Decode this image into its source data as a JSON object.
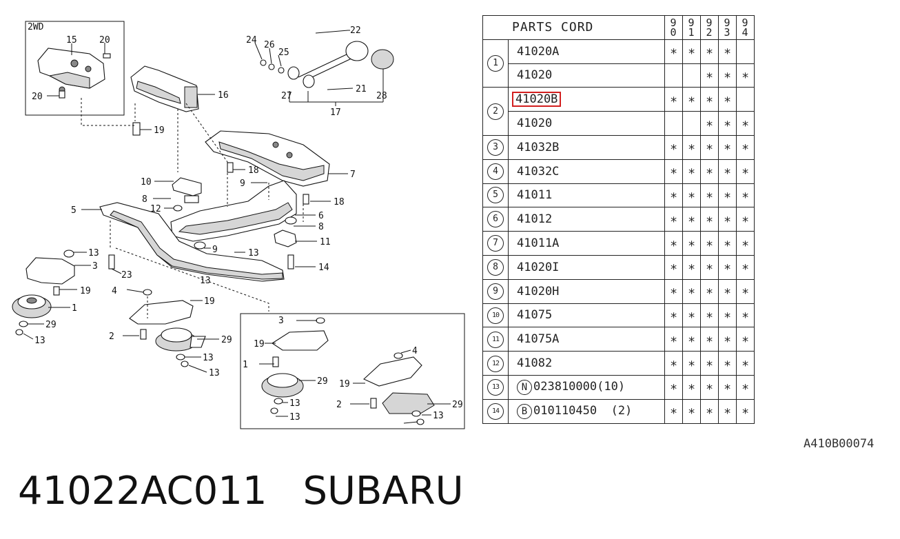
{
  "diagram": {
    "inset_label": "2WD",
    "callouts": [
      "15",
      "20",
      "20",
      "19",
      "16",
      "24",
      "26",
      "25",
      "22",
      "21",
      "27",
      "28",
      "17",
      "18",
      "7",
      "9",
      "10",
      "8",
      "12",
      "5",
      "18",
      "6",
      "8",
      "11",
      "9",
      "13",
      "14",
      "13",
      "3",
      "23",
      "19",
      "13",
      "1",
      "29",
      "13",
      "4",
      "19",
      "2",
      "29",
      "13",
      "13",
      "3",
      "19",
      "1",
      "29",
      "13",
      "13",
      "4",
      "19",
      "2",
      "29",
      "13"
    ]
  },
  "table": {
    "header_label": "PARTS CORD",
    "years": [
      [
        "9",
        "0"
      ],
      [
        "9",
        "1"
      ],
      [
        "9",
        "2"
      ],
      [
        "9",
        "3"
      ],
      [
        "9",
        "4"
      ]
    ],
    "mark": "∗",
    "rows": [
      {
        "idx": "1",
        "code": "41020A",
        "prefix": "",
        "marks": [
          1,
          1,
          1,
          1,
          0
        ],
        "highlight": false,
        "span": 2
      },
      {
        "idx": "",
        "code": "41020",
        "prefix": "",
        "marks": [
          0,
          0,
          1,
          1,
          1
        ],
        "highlight": false,
        "span": 0
      },
      {
        "idx": "2",
        "code": "41020B",
        "prefix": "",
        "marks": [
          1,
          1,
          1,
          1,
          0
        ],
        "highlight": true,
        "span": 2
      },
      {
        "idx": "",
        "code": "41020",
        "prefix": "",
        "marks": [
          0,
          0,
          1,
          1,
          1
        ],
        "highlight": false,
        "span": 0
      },
      {
        "idx": "3",
        "code": "41032B",
        "prefix": "",
        "marks": [
          1,
          1,
          1,
          1,
          1
        ],
        "highlight": false,
        "span": 1
      },
      {
        "idx": "4",
        "code": "41032C",
        "prefix": "",
        "marks": [
          1,
          1,
          1,
          1,
          1
        ],
        "highlight": false,
        "span": 1
      },
      {
        "idx": "5",
        "code": "41011",
        "prefix": "",
        "marks": [
          1,
          1,
          1,
          1,
          1
        ],
        "highlight": false,
        "span": 1
      },
      {
        "idx": "6",
        "code": "41012",
        "prefix": "",
        "marks": [
          1,
          1,
          1,
          1,
          1
        ],
        "highlight": false,
        "span": 1
      },
      {
        "idx": "7",
        "code": "41011A",
        "prefix": "",
        "marks": [
          1,
          1,
          1,
          1,
          1
        ],
        "highlight": false,
        "span": 1
      },
      {
        "idx": "8",
        "code": "41020I",
        "prefix": "",
        "marks": [
          1,
          1,
          1,
          1,
          1
        ],
        "highlight": false,
        "span": 1
      },
      {
        "idx": "9",
        "code": "41020H",
        "prefix": "",
        "marks": [
          1,
          1,
          1,
          1,
          1
        ],
        "highlight": false,
        "span": 1
      },
      {
        "idx": "10",
        "code": "41075",
        "prefix": "",
        "marks": [
          1,
          1,
          1,
          1,
          1
        ],
        "highlight": false,
        "span": 1
      },
      {
        "idx": "11",
        "code": "41075A",
        "prefix": "",
        "marks": [
          1,
          1,
          1,
          1,
          1
        ],
        "highlight": false,
        "span": 1
      },
      {
        "idx": "12",
        "code": "41082",
        "prefix": "",
        "marks": [
          1,
          1,
          1,
          1,
          1
        ],
        "highlight": false,
        "span": 1
      },
      {
        "idx": "13",
        "code": "023810000(10)",
        "prefix": "N",
        "marks": [
          1,
          1,
          1,
          1,
          1
        ],
        "highlight": false,
        "span": 1
      },
      {
        "idx": "14",
        "code": "010110450  (2)",
        "prefix": "B",
        "marks": [
          1,
          1,
          1,
          1,
          1
        ],
        "highlight": false,
        "span": 1
      }
    ]
  },
  "image_code": "A410B00074",
  "footer": {
    "part_number": "41022AC011",
    "brand": "SUBARU"
  },
  "colors": {
    "highlight": "#d21e1e",
    "ink": "#111111"
  }
}
